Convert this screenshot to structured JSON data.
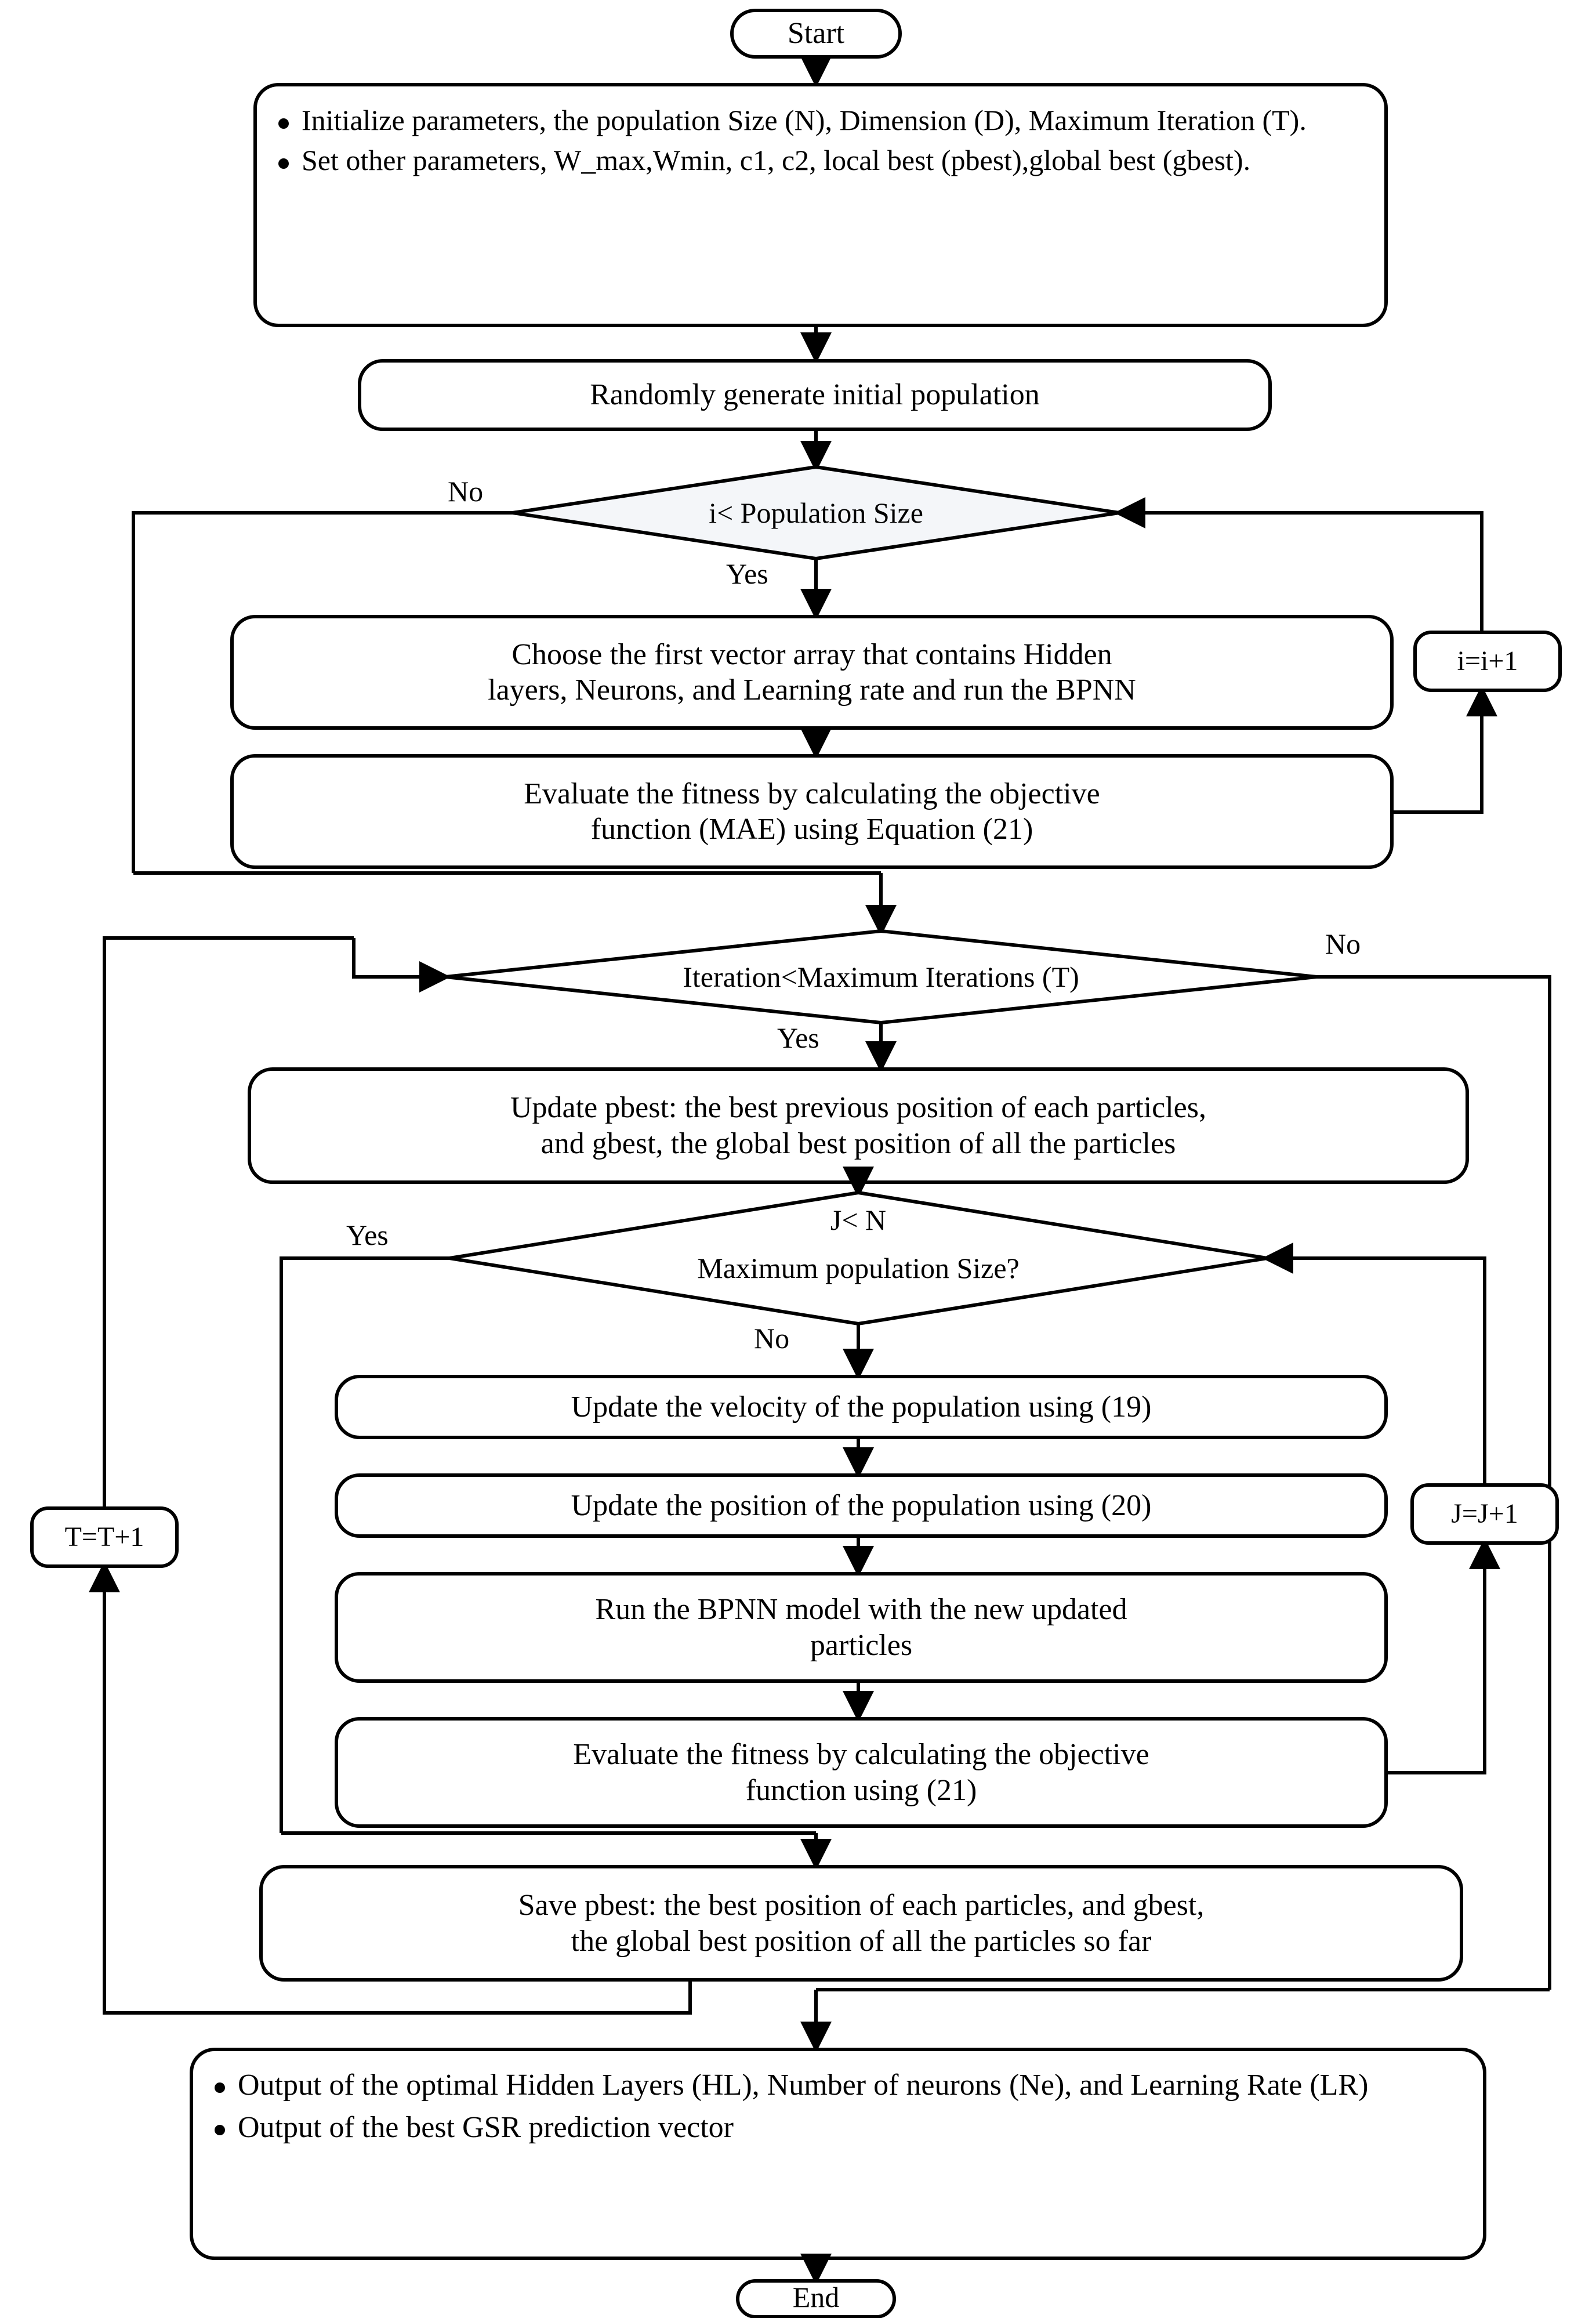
{
  "diagram": {
    "title": "PSO-BPNN optimization flowchart",
    "stroke_color": "#000000",
    "fill_color": "#ffffff",
    "decision_fill": "#f4f6f9"
  },
  "nodes": {
    "start": {
      "label": "Start",
      "shape": "terminator"
    },
    "init": {
      "shape": "process-bullets",
      "bullets": [
        "Initialize parameters,   the population Size (N), Dimension (D), Maximum Iteration (T).",
        "Set other parameters, W_max,Wmin, c1, c2, local best (pbest),global best (gbest)."
      ]
    },
    "random_population": {
      "label": "Randomly generate initial population",
      "shape": "process"
    },
    "decision_pop_size": {
      "label": "i< Population Size",
      "shape": "decision"
    },
    "choose_vector": {
      "shape": "process",
      "line1": "Choose the first vector array that contains Hidden",
      "line2": "layers, Neurons, and Learning rate and run the BPNN"
    },
    "evaluate_fitness_1": {
      "shape": "process",
      "line1": "Evaluate the fitness by calculating the objective",
      "line2": "function (MAE) using Equation (21)"
    },
    "i_increment": {
      "label": "i=i+1",
      "shape": "process-small"
    },
    "decision_iteration": {
      "label": "Iteration<Maximum Iterations (T)",
      "shape": "decision"
    },
    "update_pbest": {
      "shape": "process",
      "line1": "Update pbest: the best previous position of each particles,",
      "line2": "and gbest, the global best position of all the particles"
    },
    "decision_jn": {
      "shape": "decision",
      "line1": "J< N",
      "line2": "Maximum population Size?"
    },
    "update_velocity": {
      "label": "Update the velocity of the population using (19)",
      "shape": "process"
    },
    "update_position": {
      "label": "Update the position of the population using (20)",
      "shape": "process"
    },
    "run_bpnn": {
      "shape": "process",
      "line1": "Run the BPNN model with the new updated",
      "line2": "particles"
    },
    "evaluate_fitness_2": {
      "shape": "process",
      "line1": "Evaluate the fitness by calculating the objective",
      "line2": "function using (21)"
    },
    "j_increment": {
      "label": "J=J+1",
      "shape": "process-small"
    },
    "t_increment": {
      "label": "T=T+1",
      "shape": "process-small"
    },
    "save_pbest": {
      "shape": "process",
      "line1": "Save pbest: the best position of each particles, and gbest,",
      "line2": "the global best position of all the particles so far"
    },
    "output": {
      "shape": "process-bullets",
      "bullets": [
        "Output of the optimal Hidden Layers (HL), Number of neurons (Ne), and Learning Rate (LR)",
        "Output of the best GSR prediction vector"
      ]
    },
    "end": {
      "label": "End",
      "shape": "terminator"
    }
  },
  "edge_labels": {
    "pop_size_no": "No",
    "pop_size_yes": "Yes",
    "iteration_no": "No",
    "iteration_yes": "Yes",
    "jn_yes": "Yes",
    "jn_no": "No"
  }
}
